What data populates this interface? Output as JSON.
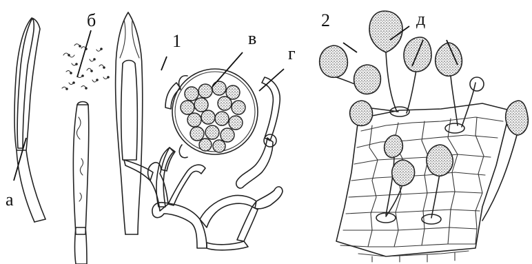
{
  "labels": {
    "fig1": "1",
    "fig2": "2",
    "a": "а",
    "b": "б",
    "v": "в",
    "g": "г",
    "d": "д"
  },
  "colors": {
    "ink": "#222222",
    "stipple": "#8a8a8a",
    "background": "#ffffff"
  }
}
